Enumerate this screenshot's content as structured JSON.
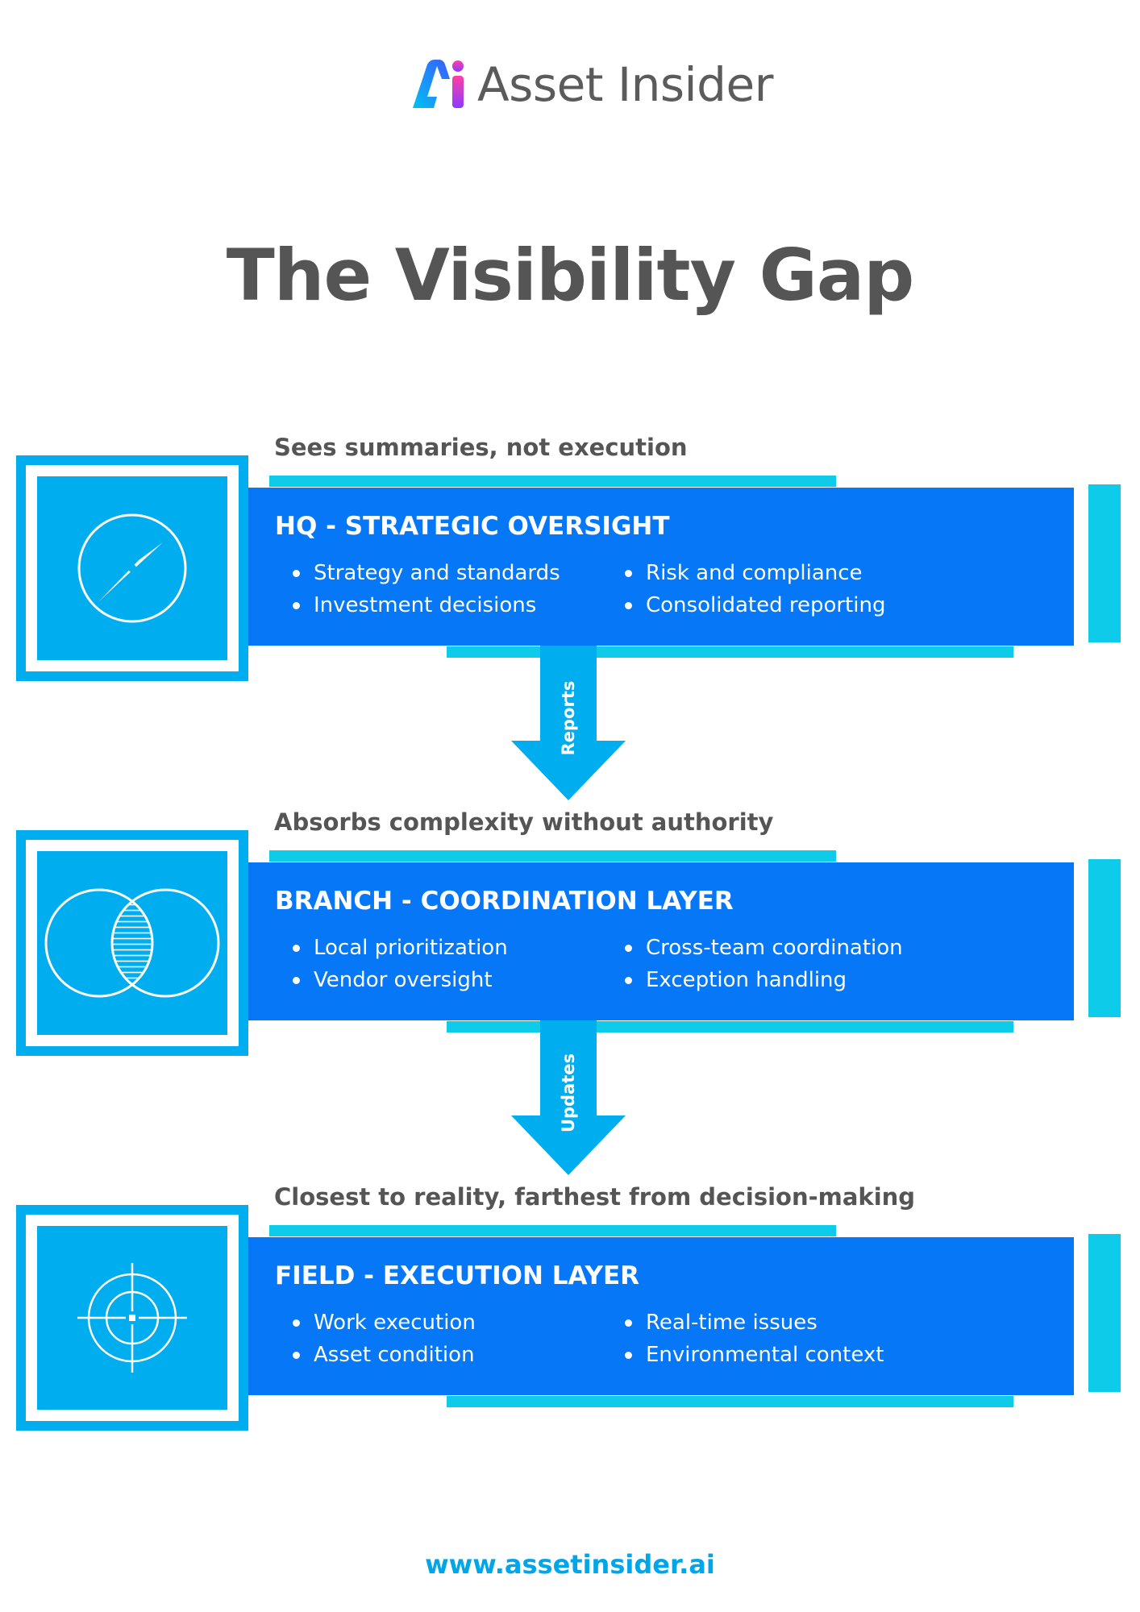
{
  "brand": {
    "name": "Asset Insider",
    "logo_letters": "Ai",
    "url": "www.assetinsider.ai",
    "colors": {
      "primary_blue": "#0577f7",
      "cyan": "#00adef",
      "accent_cyan": "#0ecbe9",
      "text_gray": "#555555"
    }
  },
  "title": "The Visibility Gap",
  "layers": [
    {
      "subtitle": "Sees summaries, not execution",
      "heading": "HQ - STRATEGIC OVERSIGHT",
      "icon": "compass-icon",
      "left_items": [
        "Strategy and standards",
        "Investment decisions"
      ],
      "right_items": [
        "Risk and compliance",
        "Consolidated reporting"
      ]
    },
    {
      "subtitle": "Absorbs complexity without authority",
      "heading": "BRANCH - COORDINATION LAYER",
      "icon": "venn-diagram-icon",
      "left_items": [
        "Local prioritization",
        "Vendor oversight"
      ],
      "right_items": [
        "Cross-team coordination",
        "Exception handling"
      ]
    },
    {
      "subtitle": "Closest to reality, farthest from decision-making",
      "heading": "FIELD - EXECUTION LAYER",
      "icon": "target-crosshair-icon",
      "left_items": [
        "Work execution",
        "Asset condition"
      ],
      "right_items": [
        "Real-time issues",
        "Environmental context"
      ]
    }
  ],
  "connectors": [
    {
      "label": "Reports",
      "icon": "arrow-down-icon"
    },
    {
      "label": "Updates",
      "icon": "arrow-down-icon"
    }
  ]
}
